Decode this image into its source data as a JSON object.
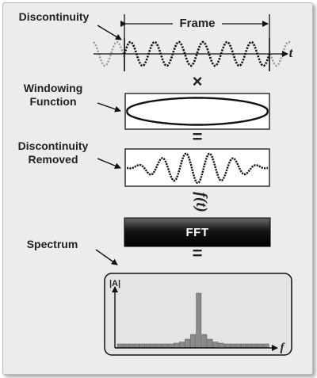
{
  "labels": {
    "discontinuity": "Discontinuity",
    "frame": "Frame",
    "t_axis": "t",
    "windowing_function_line1": "Windowing",
    "windowing_function_line2": "Function",
    "multiply_sign": "×",
    "equals_sign": "=",
    "discontinuity_removed_line1": "Discontinuity",
    "discontinuity_removed_line2": "Removed",
    "f_of_t": "f(t)",
    "fft": "FFT",
    "spectrum": "Spectrum",
    "amplitude_axis": "|A|",
    "frequency_axis": "f"
  },
  "spectrum_bars": [
    1,
    1,
    1,
    1,
    1,
    1,
    1,
    1,
    1,
    1,
    1.2,
    1.5,
    2.2,
    3.4,
    13.8,
    3.4,
    2.2,
    1.5,
    1.2,
    1,
    1,
    1,
    1,
    1,
    1,
    1,
    1
  ],
  "colors": {
    "background": "#ececec",
    "box_fill": "#ffffff",
    "wave": "#111111",
    "faded_wave": "#9a9a9a",
    "bar_fill": "#8a8a8a",
    "fft_block": "#000000"
  }
}
